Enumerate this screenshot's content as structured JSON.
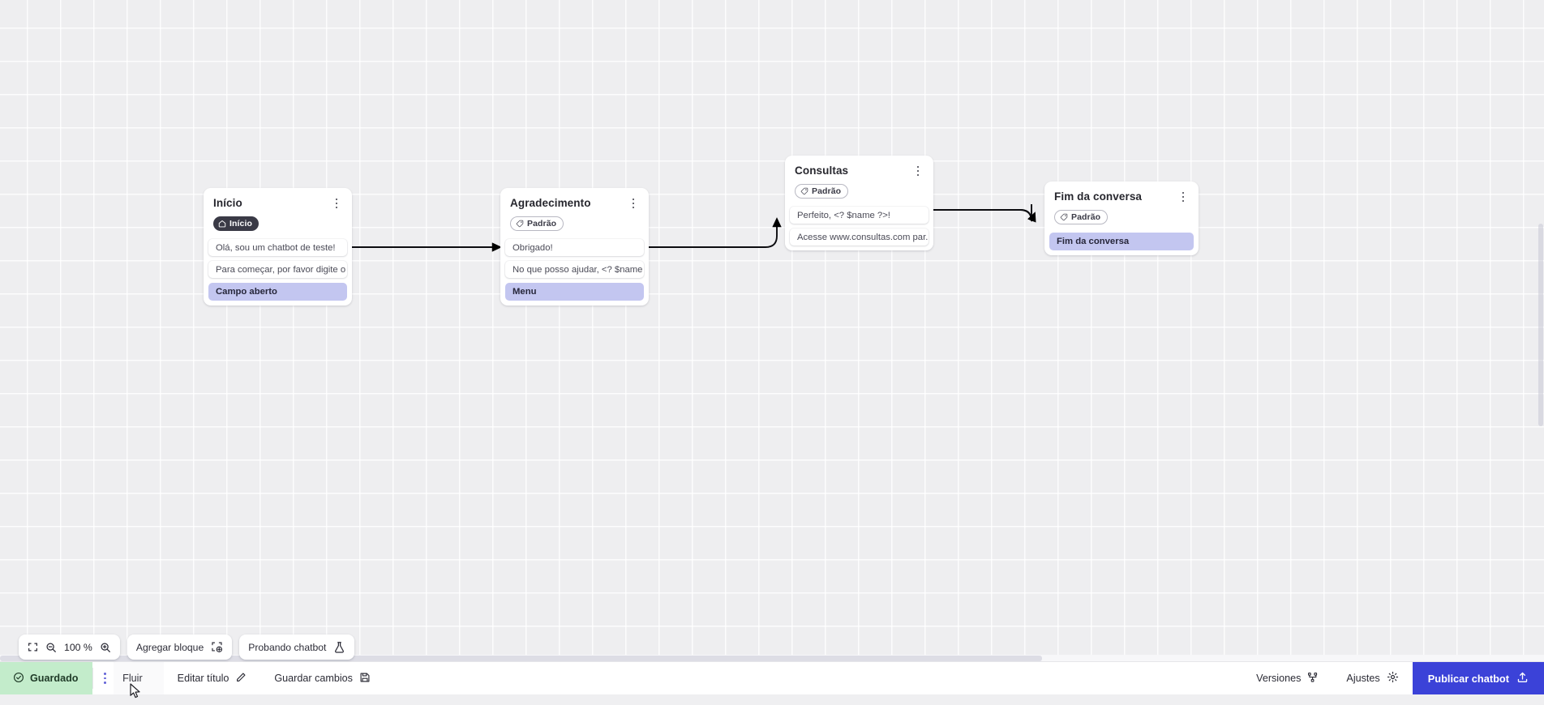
{
  "app": {
    "canvas_zoom": "100 %",
    "accent_publish": "#3b42d8",
    "accent_action": "#c3c6f0",
    "accent_saved": "#c3eccb"
  },
  "nodes": [
    {
      "id": "inicio",
      "title": "Início",
      "badge": {
        "label": "Início",
        "icon": "home-icon",
        "style": "start"
      },
      "items": [
        {
          "text": "Olá, sou um chatbot de teste!",
          "type": "message"
        },
        {
          "text": "Para começar, por favor digite o ...",
          "type": "message"
        },
        {
          "text": "Campo aberto",
          "type": "action"
        }
      ]
    },
    {
      "id": "agradecimento",
      "title": "Agradecimento",
      "badge": {
        "label": "Padrão",
        "icon": "tag-icon",
        "style": "default"
      },
      "items": [
        {
          "text": "Obrigado!",
          "type": "message"
        },
        {
          "text": "No que posso ajudar, <? $name ...",
          "type": "message"
        },
        {
          "text": "Menu",
          "type": "action"
        }
      ]
    },
    {
      "id": "consultas",
      "title": "Consultas",
      "badge": {
        "label": "Padrão",
        "icon": "tag-icon",
        "style": "default"
      },
      "items": [
        {
          "text": "Perfeito, <? $name ?>!",
          "type": "message"
        },
        {
          "text": "Acesse www.consultas.com par...",
          "type": "message"
        }
      ]
    },
    {
      "id": "fim",
      "title": "Fim da conversa",
      "badge": {
        "label": "Padrão",
        "icon": "tag-icon",
        "style": "default"
      },
      "items": [
        {
          "text": "Fim da conversa",
          "type": "action"
        }
      ]
    }
  ],
  "toolbar": {
    "fit_icon": "fit-screen-icon",
    "zoom_out_icon": "zoom-out-icon",
    "zoom_level": "100 %",
    "zoom_in_icon": "zoom-in-icon",
    "add_block_label": "Agregar bloque",
    "add_block_icon": "add-block-icon",
    "test_bot_label": "Probando chatbot",
    "test_bot_icon": "flask-icon"
  },
  "statusbar": {
    "saved_label": "Guardado",
    "saved_icon": "check-circle-icon",
    "menu_icon": "vertical-dots-icon",
    "flow_label": "Fluir",
    "edit_title_label": "Editar título",
    "edit_title_icon": "pencil-icon",
    "save_changes_label": "Guardar cambios",
    "save_changes_icon": "save-disk-icon",
    "versions_label": "Versiones",
    "versions_icon": "branch-icon",
    "settings_label": "Ajustes",
    "settings_icon": "gear-icon",
    "publish_label": "Publicar chatbot",
    "publish_icon": "upload-icon"
  }
}
